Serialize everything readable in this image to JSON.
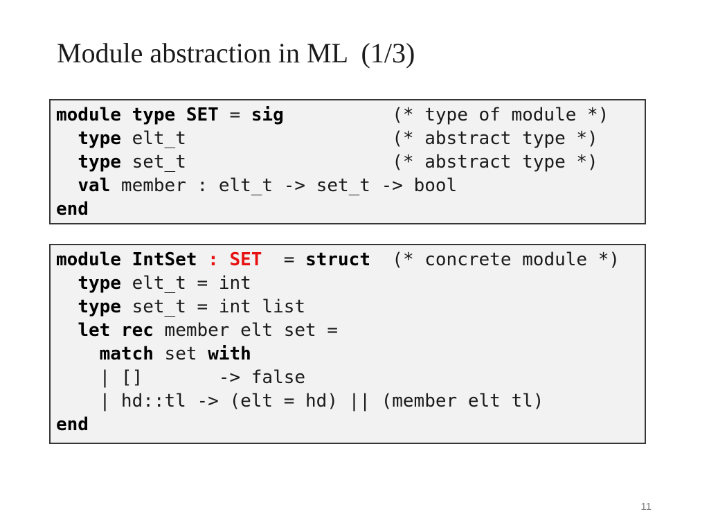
{
  "slide": {
    "title": "Module abstraction in ML  (1/3)",
    "page_number": "11"
  },
  "colors": {
    "background": "#ffffff",
    "text": "#1a1a1a",
    "keyword": "#000000",
    "red_highlight": "#e81111",
    "box_background": "#f2f2f2",
    "box_border": "#363636",
    "page_number": "#808080"
  },
  "code_boxes": [
    {
      "name": "set-signature-box",
      "lines": [
        [
          {
            "t": "module type SET",
            "s": "kw"
          },
          {
            "t": " = ",
            "s": "pl"
          },
          {
            "t": "sig",
            "s": "kw"
          },
          {
            "t": "          (* type of module *)",
            "s": "pl"
          }
        ],
        [
          {
            "t": "  ",
            "s": "pl"
          },
          {
            "t": "type",
            "s": "kw"
          },
          {
            "t": " elt_t                   (* abstract type *)",
            "s": "pl"
          }
        ],
        [
          {
            "t": "  ",
            "s": "pl"
          },
          {
            "t": "type",
            "s": "kw"
          },
          {
            "t": " set_t                   (* abstract type *)",
            "s": "pl"
          }
        ],
        [
          {
            "t": "  ",
            "s": "pl"
          },
          {
            "t": "val",
            "s": "kw"
          },
          {
            "t": " member : elt_t -> set_t -> bool",
            "s": "pl"
          }
        ],
        [
          {
            "t": "end",
            "s": "kw"
          }
        ]
      ]
    },
    {
      "name": "intset-struct-box",
      "lines": [
        [
          {
            "t": "module IntSet",
            "s": "kw"
          },
          {
            "t": " ",
            "s": "pl"
          },
          {
            "t": ": SET",
            "s": "red"
          },
          {
            "t": "  = ",
            "s": "pl"
          },
          {
            "t": "struct",
            "s": "kw"
          },
          {
            "t": "  (* concrete module *)",
            "s": "pl"
          }
        ],
        [
          {
            "t": "  ",
            "s": "pl"
          },
          {
            "t": "type",
            "s": "kw"
          },
          {
            "t": " elt_t = int",
            "s": "pl"
          }
        ],
        [
          {
            "t": "  ",
            "s": "pl"
          },
          {
            "t": "type",
            "s": "kw"
          },
          {
            "t": " set_t = int list",
            "s": "pl"
          }
        ],
        [
          {
            "t": "  ",
            "s": "pl"
          },
          {
            "t": "let rec",
            "s": "kw"
          },
          {
            "t": " member elt set =",
            "s": "pl"
          }
        ],
        [
          {
            "t": "    ",
            "s": "pl"
          },
          {
            "t": "match",
            "s": "kw"
          },
          {
            "t": " set ",
            "s": "pl"
          },
          {
            "t": "with",
            "s": "kw"
          }
        ],
        [
          {
            "t": "    | []       -> false",
            "s": "pl"
          }
        ],
        [
          {
            "t": "    | hd::tl -> (elt = hd) || (member elt tl)",
            "s": "pl"
          }
        ],
        [
          {
            "t": "end",
            "s": "kw"
          }
        ]
      ]
    }
  ]
}
